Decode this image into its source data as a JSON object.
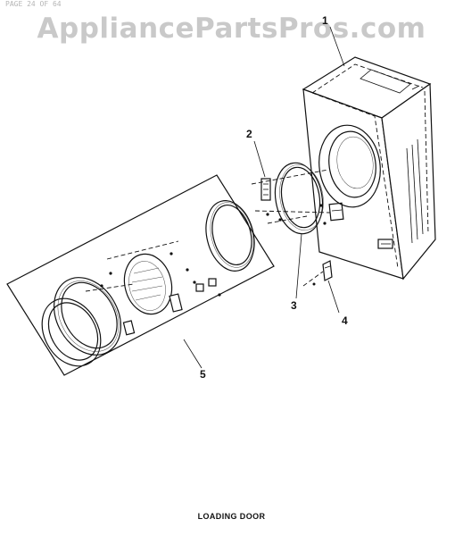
{
  "watermark": "AppliancePartsPros.com",
  "top_note": "PAGE  24  OF  64",
  "callouts": {
    "c1": "1",
    "c2": "2",
    "c3": "3",
    "c4": "4",
    "c5": "5"
  },
  "caption": "LOADING DOOR"
}
